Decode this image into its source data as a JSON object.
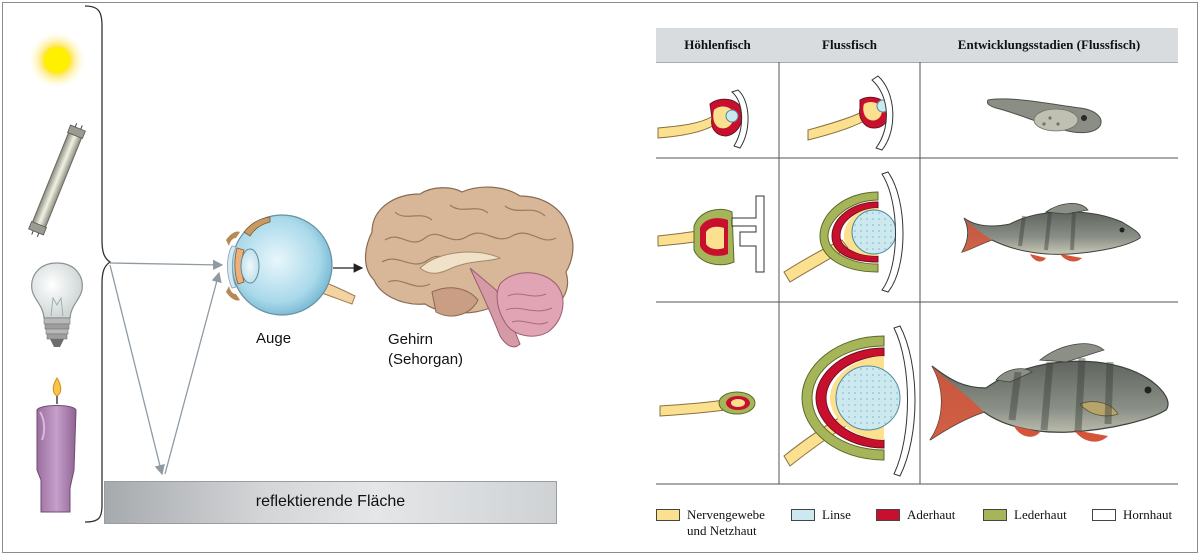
{
  "labels": {
    "eye": "Auge",
    "brain_line1": "Gehirn",
    "brain_line2": "(Sehorgan)",
    "surface": "reflektierende Fläche"
  },
  "light_sources": [
    "sun-icon",
    "fluorescent-tube-icon",
    "light-bulb-icon",
    "candle-icon"
  ],
  "table": {
    "headers": [
      "Höhlenfisch",
      "Flussfisch",
      "Entwicklungsstadien (Flussfisch)"
    ],
    "rows": 3
  },
  "legend": [
    {
      "label": "Nervengewebe\nund Netzhaut",
      "color": "#fbe08f"
    },
    {
      "label": "Linse",
      "color": "#cde9f0"
    },
    {
      "label": "Aderhaut",
      "color": "#c8102e"
    },
    {
      "label": "Lederhaut",
      "color": "#a7b55a"
    },
    {
      "label": "Hornhaut",
      "color": "#ffffff"
    }
  ],
  "colors": {
    "header_bg": "#d9dcdf",
    "grid": "#555555",
    "arrow": "#8f9aa3",
    "fish": "#7d8279"
  }
}
